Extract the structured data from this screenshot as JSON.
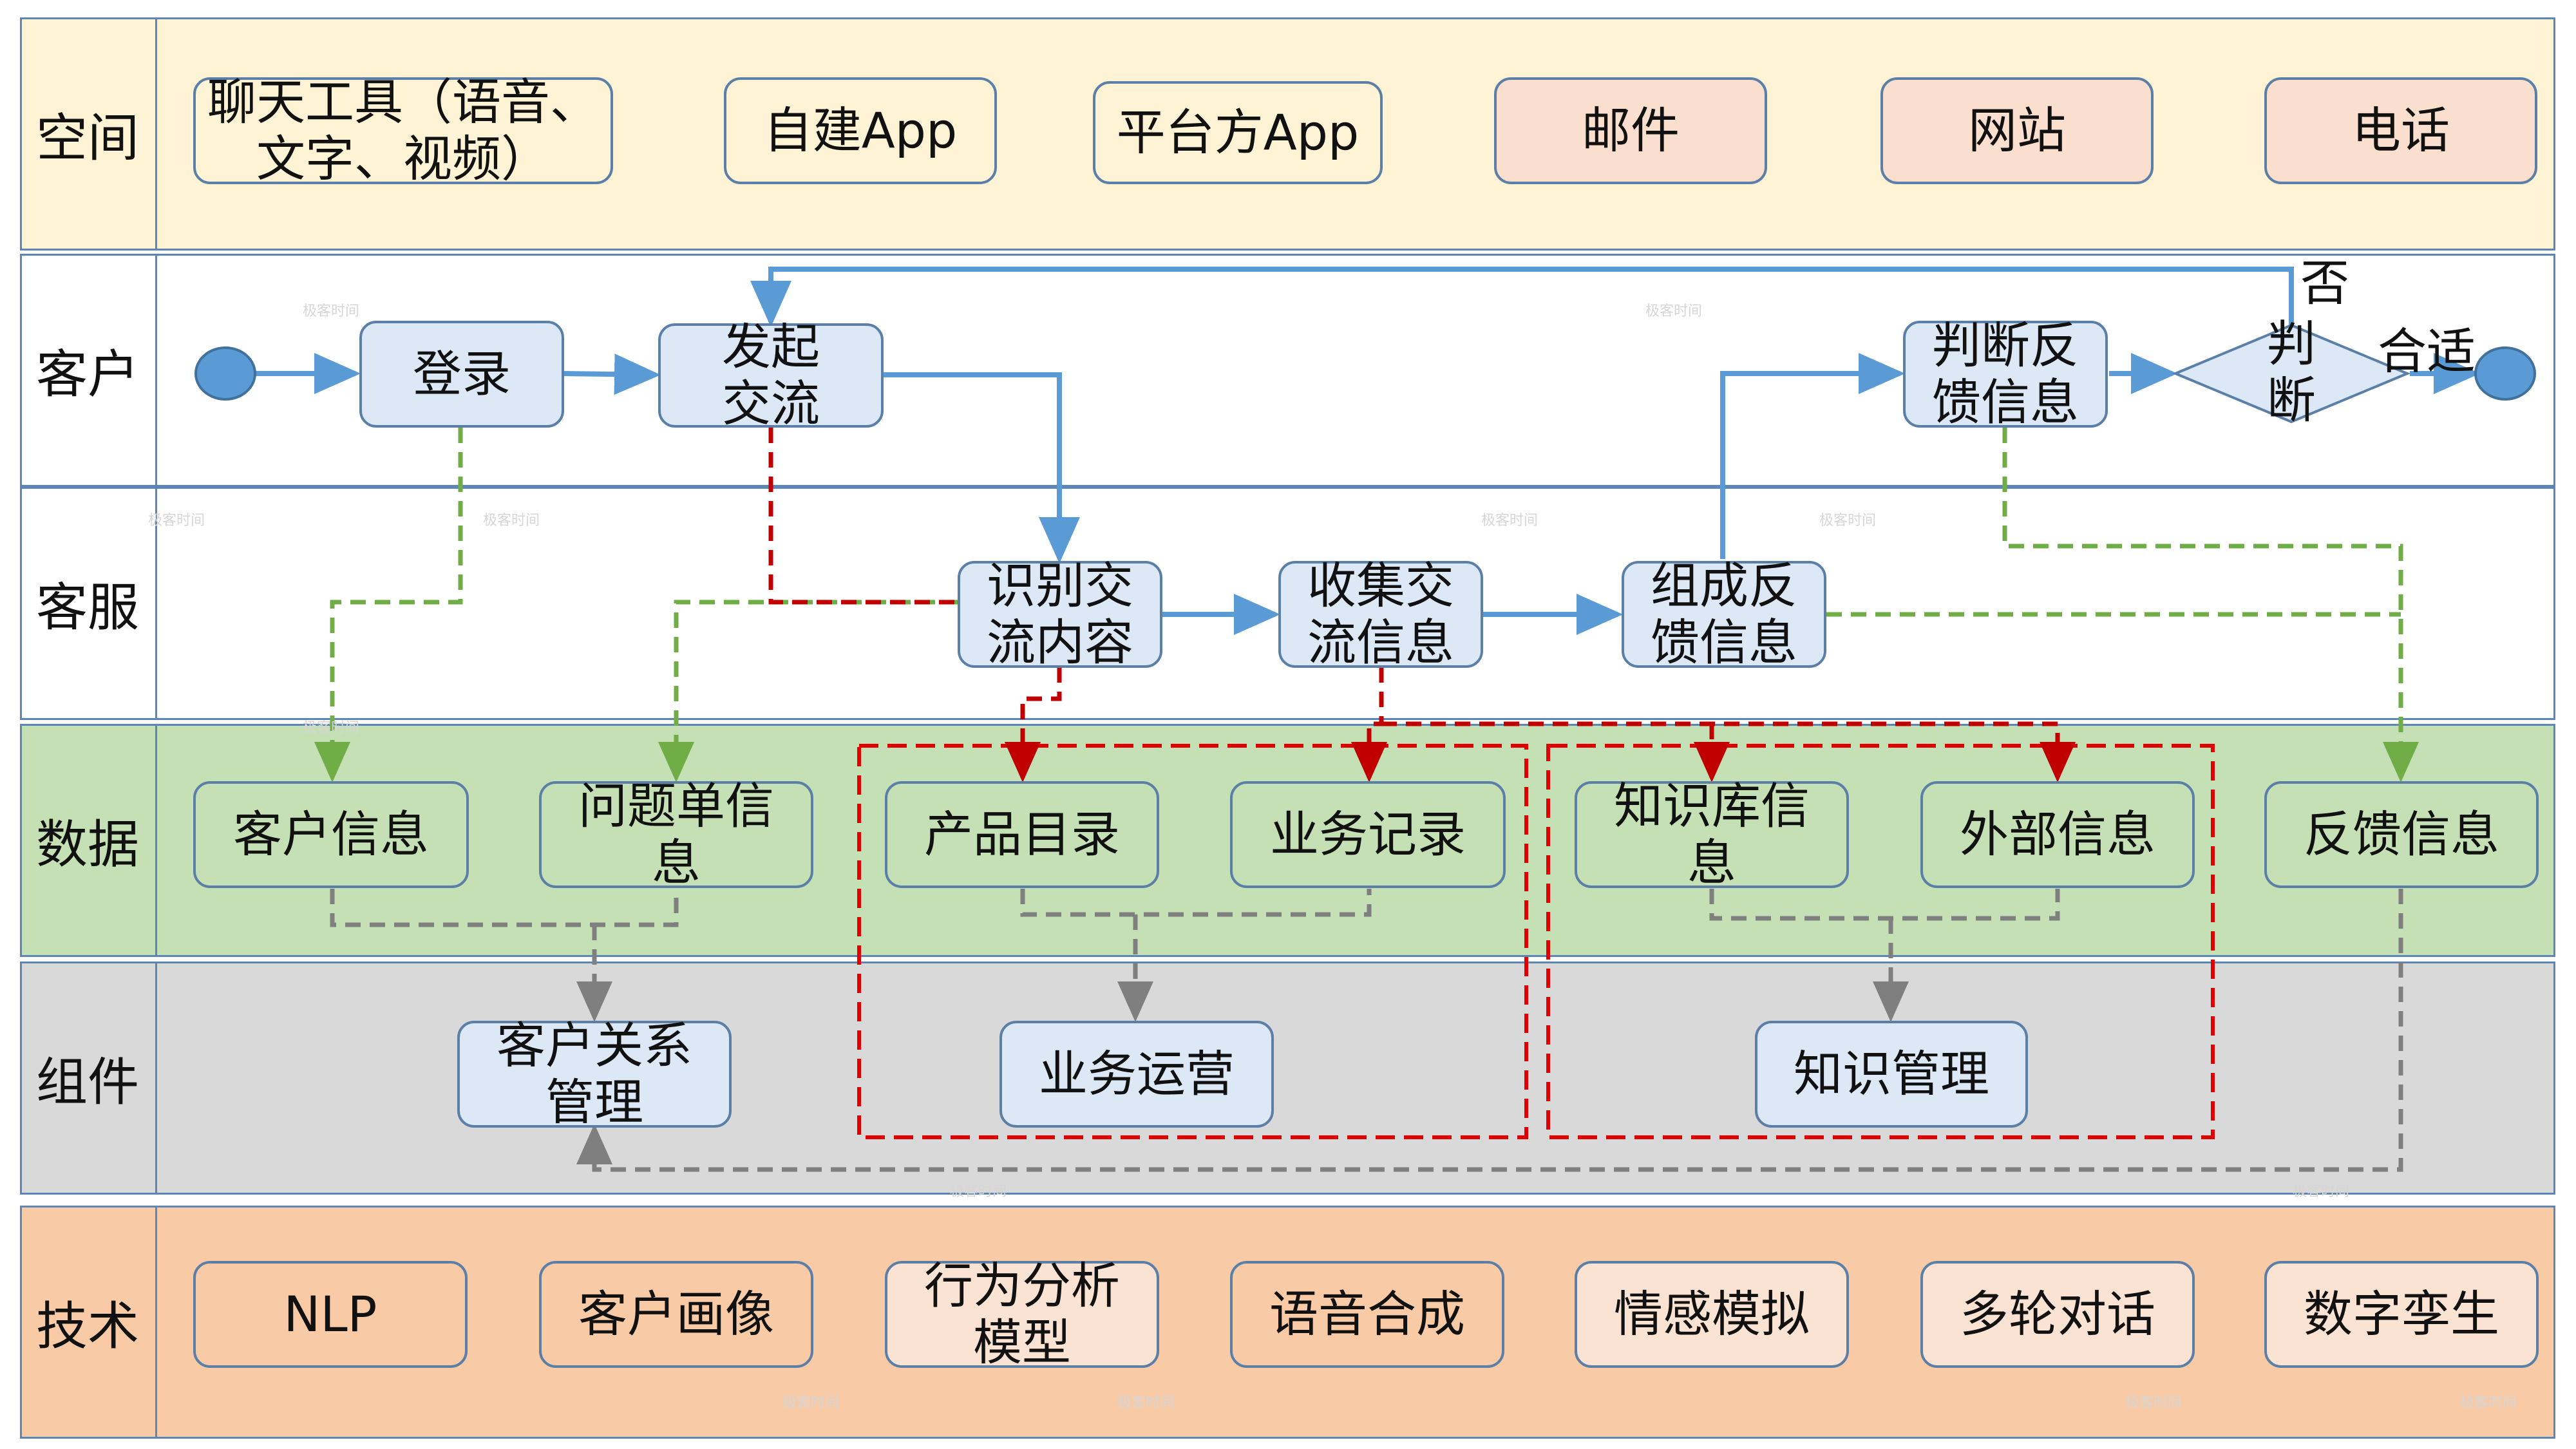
{
  "lanes": [
    {
      "label": "空间",
      "color": "#fff3d6"
    },
    {
      "label": "客户",
      "color": "#ffffff"
    },
    {
      "label": "客服",
      "color": "#ffffff"
    },
    {
      "label": "数据",
      "color": "#c5e0b4"
    },
    {
      "label": "组件",
      "color": "#d9d9d9"
    },
    {
      "label": "技术",
      "color": "#f8caa6"
    }
  ],
  "space": {
    "chat_tools": "聊天工具（语音、\n文字、视频）",
    "own_app": "自建App",
    "platform_app": "平台方App",
    "email": "邮件",
    "website": "网站",
    "phone": "电话"
  },
  "customer": {
    "login": "登录",
    "initiate": "发起\n交流",
    "judge_feedback": "判断反\n馈信息",
    "decision": "判\n断",
    "no_label": "否",
    "ok_label": "合适"
  },
  "service": {
    "identify": "识别交\n流内容",
    "collect": "收集交\n流信息",
    "compose": "组成反\n馈信息"
  },
  "data": {
    "customer_info": "客户信息",
    "ticket_info": "问题单信\n息",
    "product_catalog": "产品目录",
    "business_records": "业务记录",
    "kb_info": "知识库信\n息",
    "external_info": "外部信息",
    "feedback_info": "反馈信息"
  },
  "components": {
    "crm": "客户关系\n管理",
    "operations": "业务运营",
    "knowledge": "知识管理"
  },
  "tech": {
    "nlp": "NLP",
    "profile": "客户画像",
    "behavior": "行为分析\n模型",
    "tts": "语音合成",
    "emotion": "情感模拟",
    "multiturn": "多轮对话",
    "twin": "数字孪生"
  },
  "watermark": "极客时间",
  "colors": {
    "solid_flow": "#5b9bd5",
    "green_dash": "#70ad47",
    "red_dash": "#c00000",
    "gray_dash": "#7f7f7f",
    "group_frame": "#e00000",
    "node": "#5b9bd5"
  }
}
